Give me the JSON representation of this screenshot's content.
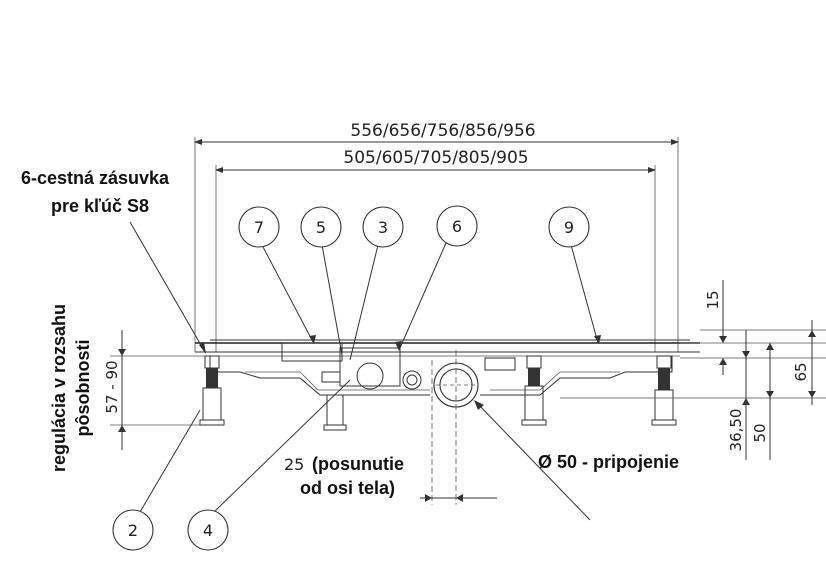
{
  "dimensions": {
    "overall_width": "556/656/756/856/956",
    "inner_width": "505/605/705/805/905",
    "h15": "15",
    "h65": "65",
    "h36_50": "36,50",
    "h50": "50",
    "offset_25": "25",
    "leg_range": "57 - 90"
  },
  "labels": {
    "socket_line1": "6-cestná zásuvka",
    "socket_line2": "pre kľúč S8",
    "regulation_line1": "regulácia v rozsahu",
    "regulation_line2": "pôsobnosti",
    "offset_line1": "(posunutie",
    "offset_line2": "od osi tela)",
    "drain": "Ø 50 - pripojenie"
  },
  "callouts": [
    {
      "number": "7"
    },
    {
      "number": "5"
    },
    {
      "number": "3"
    },
    {
      "number": "6"
    },
    {
      "number": "9"
    },
    {
      "number": "2"
    },
    {
      "number": "4"
    }
  ]
}
